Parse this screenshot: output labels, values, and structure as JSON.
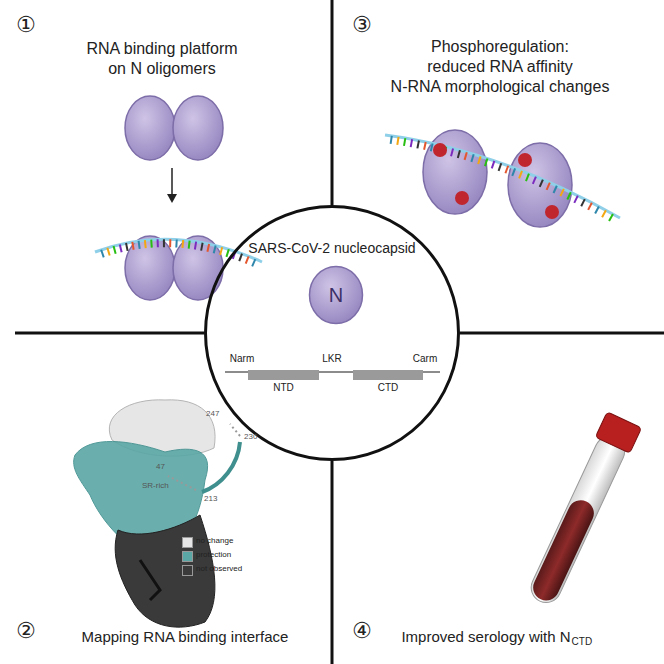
{
  "diagram": {
    "nodes": [
      {
        "text": [
          "SARS-CoV-2 nucleocapsid"
        ]
      },
      {
        "text": [
          "N"
        ],
        "in": 0
      },
      {
        "text": [
          "NTD"
        ],
        "in": 0
      },
      {
        "text": [
          "CTD"
        ],
        "in": 0
      }
    ],
    "labels": [
      "①",
      "RNA binding platform",
      "on N oligomers",
      "③",
      "Phosphoregulation:",
      "reduced RNA affinity",
      "N-RNA morphological changes",
      "Narm",
      "LKR",
      "Carm",
      "②",
      "Mapping RNA binding interface",
      "④",
      "Improved serology with N",
      "CTD",
      "247",
      "230",
      "213",
      "47",
      "SR-rich"
    ],
    "legend": [
      {
        "text": "no change",
        "color": "#e6e6e6"
      },
      {
        "text": "protection",
        "color": "#5aa7a6"
      },
      {
        "text": "not observed",
        "color": "#3a3a3a"
      }
    ]
  }
}
